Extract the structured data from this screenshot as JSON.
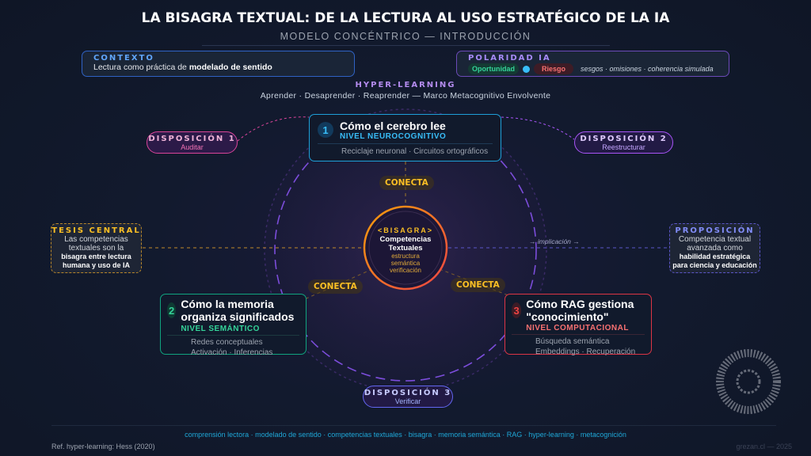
{
  "header": {
    "title": "LA BISAGRA TEXTUAL: DE LA LECTURA AL USO ESTRATÉGICO DE LA IA",
    "subtitle": "MODELO CONCÉNTRICO — INTRODUCCIÓN"
  },
  "contexto": {
    "label": "CONTEXTO",
    "text": "Lectura como práctica de ",
    "bold": "modelado de sentido"
  },
  "polaridad": {
    "label": "POLARIDAD IA",
    "opportunity": "Oportunidad",
    "risk": "Riesgo",
    "note": "sesgos · omisiones · coherencia simulada"
  },
  "hyper": {
    "label": "HYPER-LEARNING",
    "text": "Aprender · Desaprender · Reaprender — Marco Metacognitivo Envolvente"
  },
  "cards": [
    {
      "num": "1",
      "title": "Cómo el cerebro lee",
      "level": "NIVEL NEUROCOGNITIVO",
      "desc": "Reciclaje neuronal · Circuitos ortográficos"
    },
    {
      "num": "2",
      "title": "Cómo la memoria organiza significados",
      "level": "NIVEL SEMÁNTICO",
      "desc1": "Redes conceptuales",
      "desc2": "Activación · Inferencias"
    },
    {
      "num": "3",
      "title": "Cómo RAG gestiona \"conocimiento\"",
      "level": "NIVEL COMPUTACIONAL",
      "desc1": "Búsqueda semántica",
      "desc2": "Embeddings · Recuperación"
    }
  ],
  "conecta": "CONECTA",
  "center": {
    "label": "<BISAGRA>",
    "title1": "Competencias",
    "title2": "Textuales",
    "l1": "estructura",
    "l2": "semántica",
    "l3": "verificación"
  },
  "dispositions": [
    {
      "label": "DISPOSICIÓN 1",
      "sub": "Auditar",
      "color": "#d9449a"
    },
    {
      "label": "DISPOSICIÓN 2",
      "sub": "Reestructurar",
      "color": "#a855f7"
    },
    {
      "label": "DISPOSICIÓN 3",
      "sub": "Verificar",
      "color": "#6366f1"
    }
  ],
  "tesis": {
    "label": "TESIS CENTRAL",
    "t1": "Las competencias",
    "t2": "textuales son la",
    "b1": "bisagra entre lectura",
    "b2": "humana y uso de IA"
  },
  "proposicion": {
    "label": "PROPOSICIÓN",
    "t1": "Competencia textual",
    "t2": "avanzada como",
    "b1": "habilidad estratégica",
    "b2": "para ciencia y educación"
  },
  "implicacion": "→ implicación →",
  "footer": {
    "keywords": "comprensión lectora · modelado de sentido · competencias textuales · bisagra · memoria semántica · RAG · hyper-learning · metacognición",
    "ref": "Ref. hyper-learning: Hess (2020)",
    "credit": "grezan.cl — 2025"
  }
}
